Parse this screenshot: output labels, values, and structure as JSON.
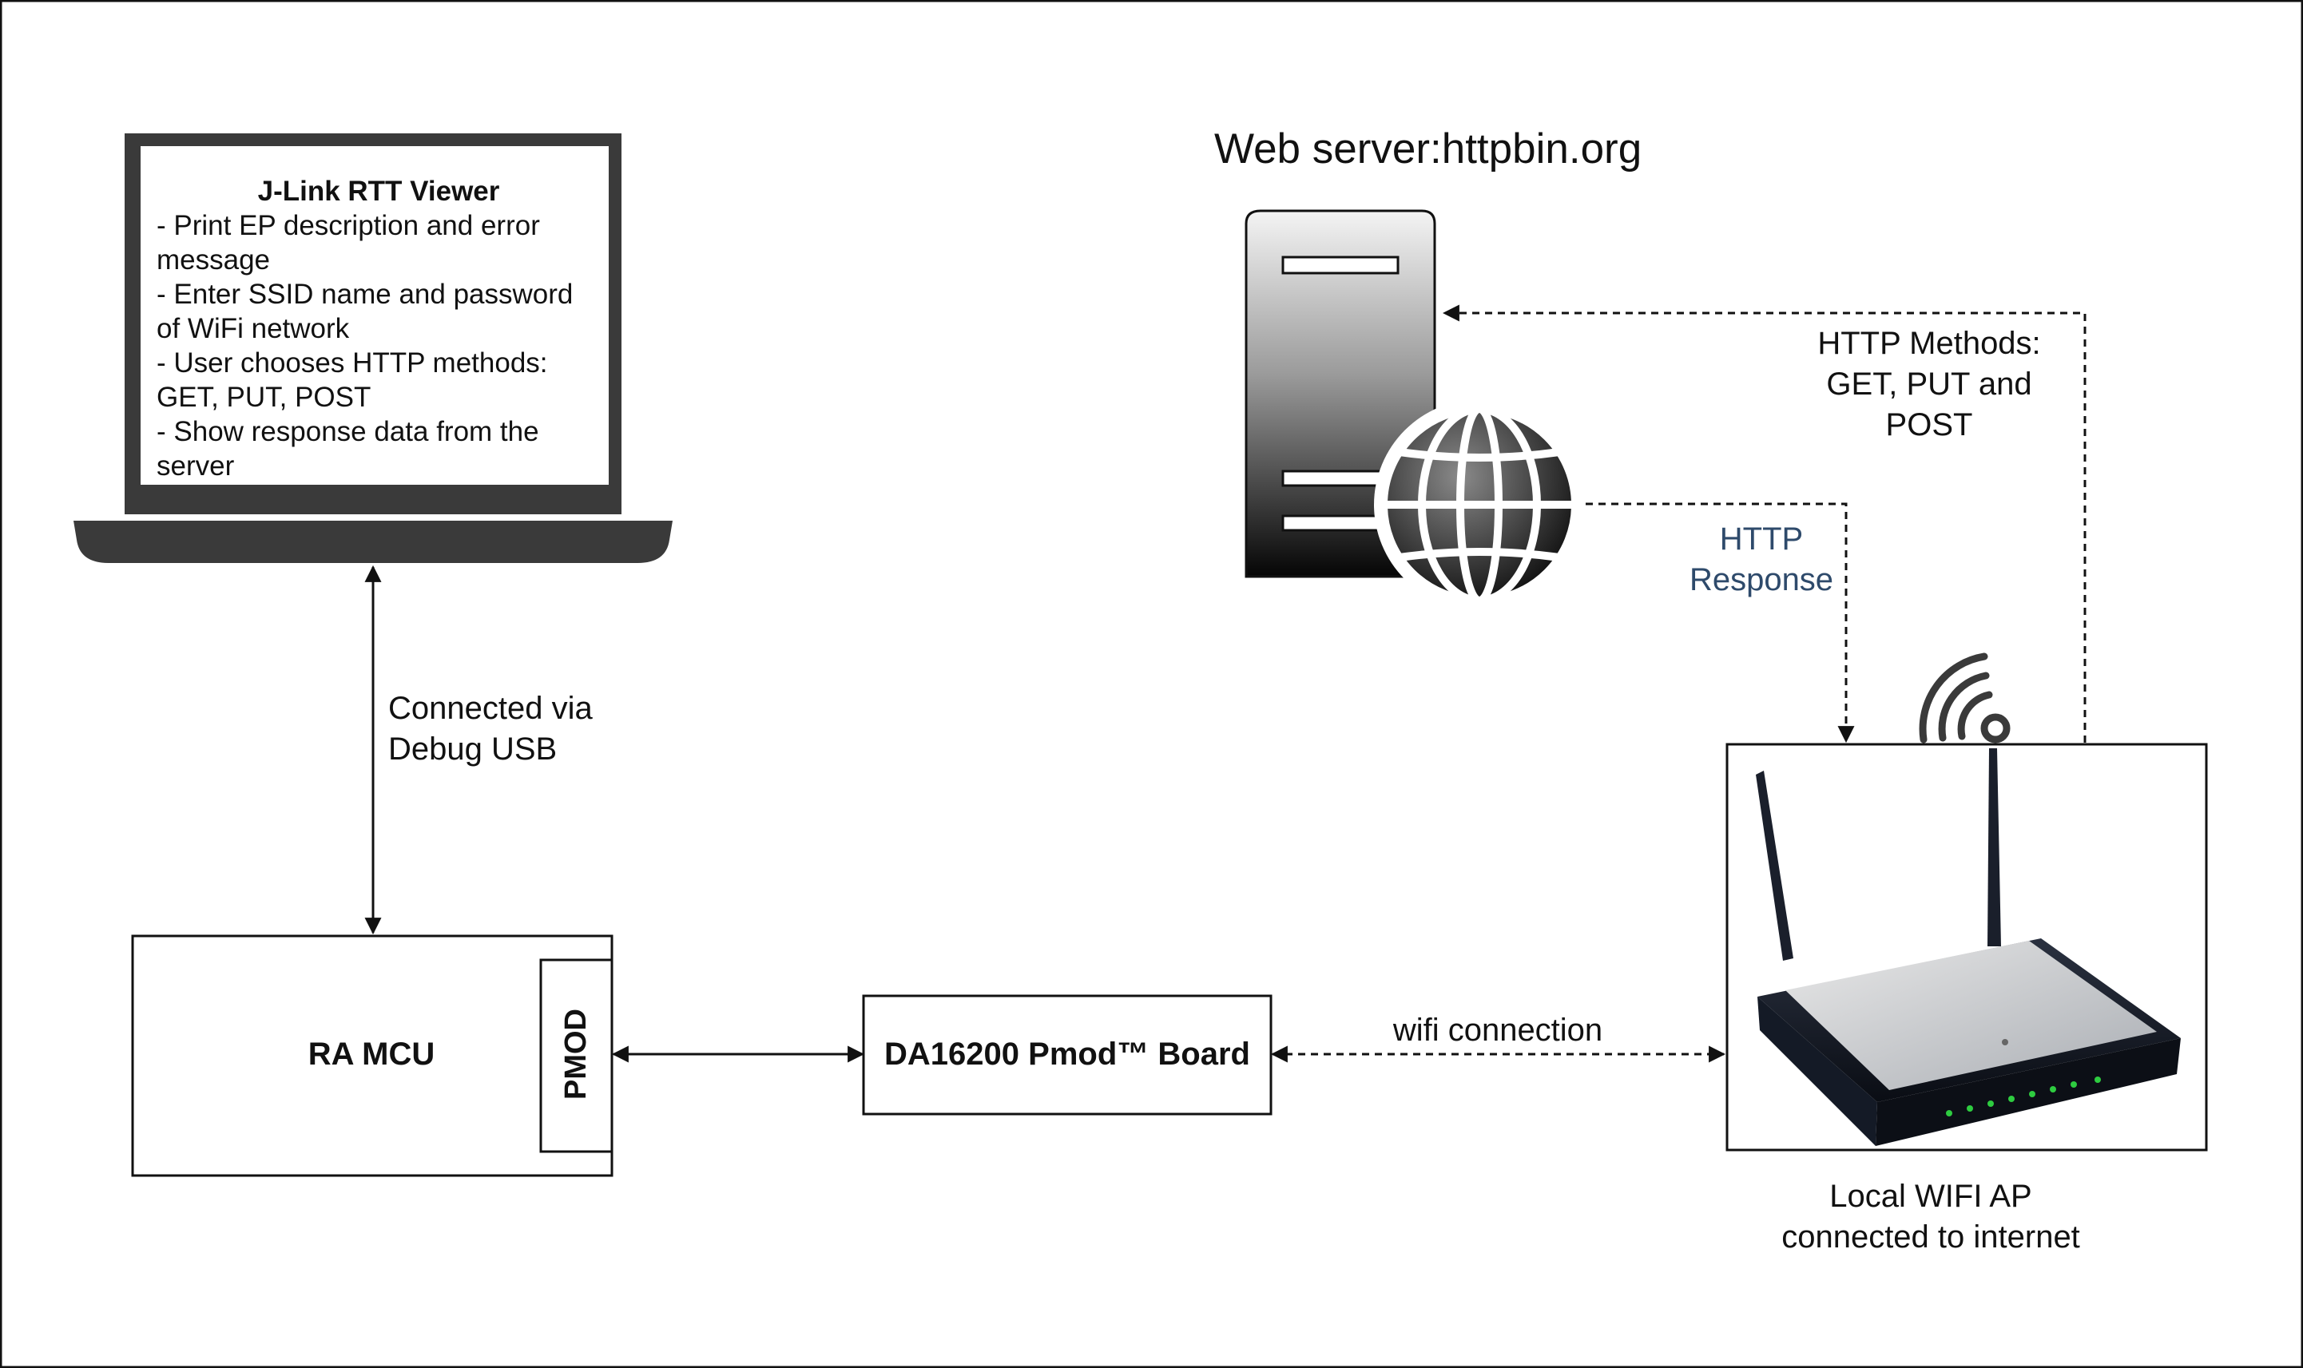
{
  "laptop": {
    "screen_title": "J-Link RTT Viewer",
    "lines": [
      "- Print EP description and error message",
      "- Enter SSID name and password of WiFi network",
      "- User chooses HTTP methods: GET, PUT, POST",
      "- Show response data from the server"
    ]
  },
  "usb_link": {
    "label": "Connected via\nDebug USB"
  },
  "mcu": {
    "label": "RA MCU",
    "port_label": "PMOD"
  },
  "pmod_board": {
    "label": "DA16200 Pmod™ Board"
  },
  "wifi_link": {
    "label": "wifi connection"
  },
  "server": {
    "title": "Web server:httpbin.org"
  },
  "request_link": {
    "label": "HTTP Methods:\nGET, PUT and\nPOST"
  },
  "response_link": {
    "label": "HTTP\nResponse",
    "color": "#2e4a6b"
  },
  "router": {
    "caption": "Local WIFI AP\nconnected to internet"
  },
  "colors": {
    "dark": "#3a3a3a",
    "led": "#2ecc40",
    "border": "#111111"
  }
}
